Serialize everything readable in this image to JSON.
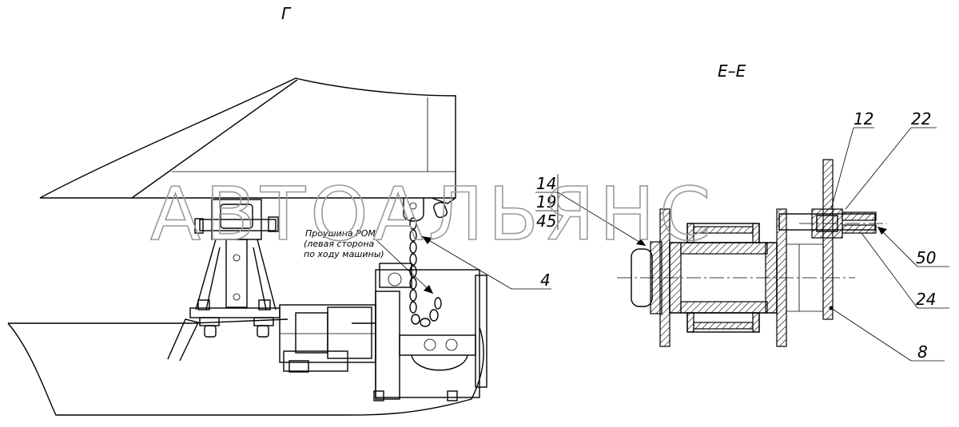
{
  "views": {
    "view_g_title": "Г",
    "section_e_title": "Е–Е"
  },
  "callouts": {
    "pom_note_line1": "Проушина РОМ",
    "pom_note_line2": "(левая сторона",
    "pom_note_line3": "по ходу машины)",
    "part_4": "4",
    "part_14": "14",
    "part_19": "19",
    "part_45": "45",
    "part_12": "12",
    "part_22": "22",
    "part_50": "50",
    "part_24": "24",
    "part_8": "8"
  },
  "watermark": {
    "text": "АВТОАЛЬЯНС"
  }
}
